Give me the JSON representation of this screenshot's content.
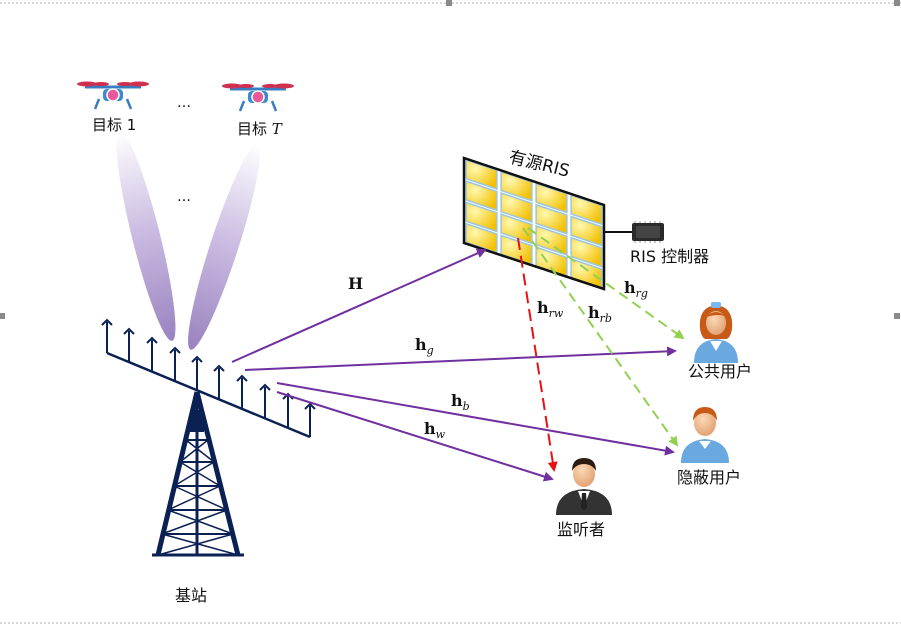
{
  "drones": {
    "first_label": "目标 1",
    "last_label_prefix": "目标 ",
    "last_label_var": "T",
    "ellipsis": "…",
    "beam_ellipsis": "…"
  },
  "ris": {
    "title": "有源RIS",
    "controller_label": "RIS 控制器",
    "cell_color": "#f5d020"
  },
  "base_station": {
    "label": "基站"
  },
  "users": {
    "public_label": "公共用户",
    "hidden_label": "隐蔽用户",
    "eavesdropper_label": "监听者"
  },
  "channels": {
    "H": {
      "main": "H",
      "sub": ""
    },
    "hg": {
      "main": "h",
      "sub": "g"
    },
    "hb": {
      "main": "h",
      "sub": "b"
    },
    "hw": {
      "main": "h",
      "sub": "w"
    },
    "hrw": {
      "main": "h",
      "sub": "rw"
    },
    "hrb": {
      "main": "h",
      "sub": "rb"
    },
    "hrg": {
      "main": "h",
      "sub": "rg"
    }
  },
  "colors": {
    "purple_link": "#7030a0",
    "green_link": "#92d050",
    "red_link": "#e81010",
    "tower": "#0b2154"
  }
}
